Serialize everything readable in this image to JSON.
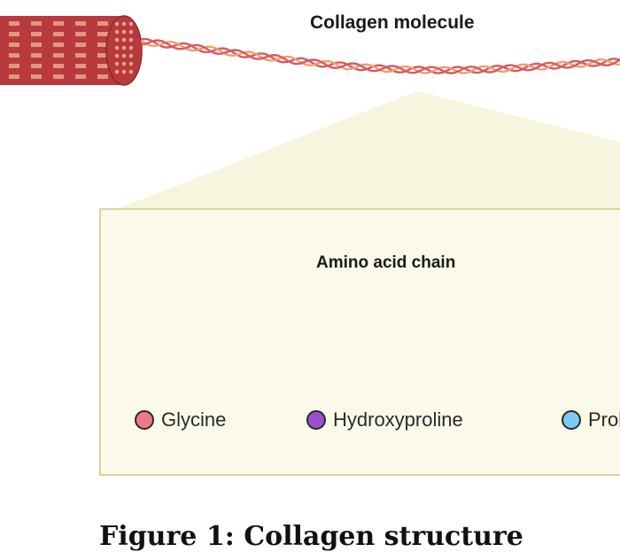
{
  "diagram": {
    "top_label": "Collagen molecule",
    "panel_title": "Amino acid chain",
    "caption": "Figure 1: Collagen structure",
    "colors": {
      "fibril_red": "#b83a3e",
      "fibril_stripe": "#e9a88a",
      "helix_red": "#d65a63",
      "helix_orange": "#f0a06a",
      "panel_fill": "#fbf9ea",
      "panel_border": "#d9d3a8"
    },
    "legend": [
      {
        "label": "Glycine",
        "color": "#ee7a85"
      },
      {
        "label": "Hydroxyproline",
        "color": "#9b4fd0"
      },
      {
        "label": "Proline",
        "color": "#7fc8f2"
      }
    ]
  }
}
